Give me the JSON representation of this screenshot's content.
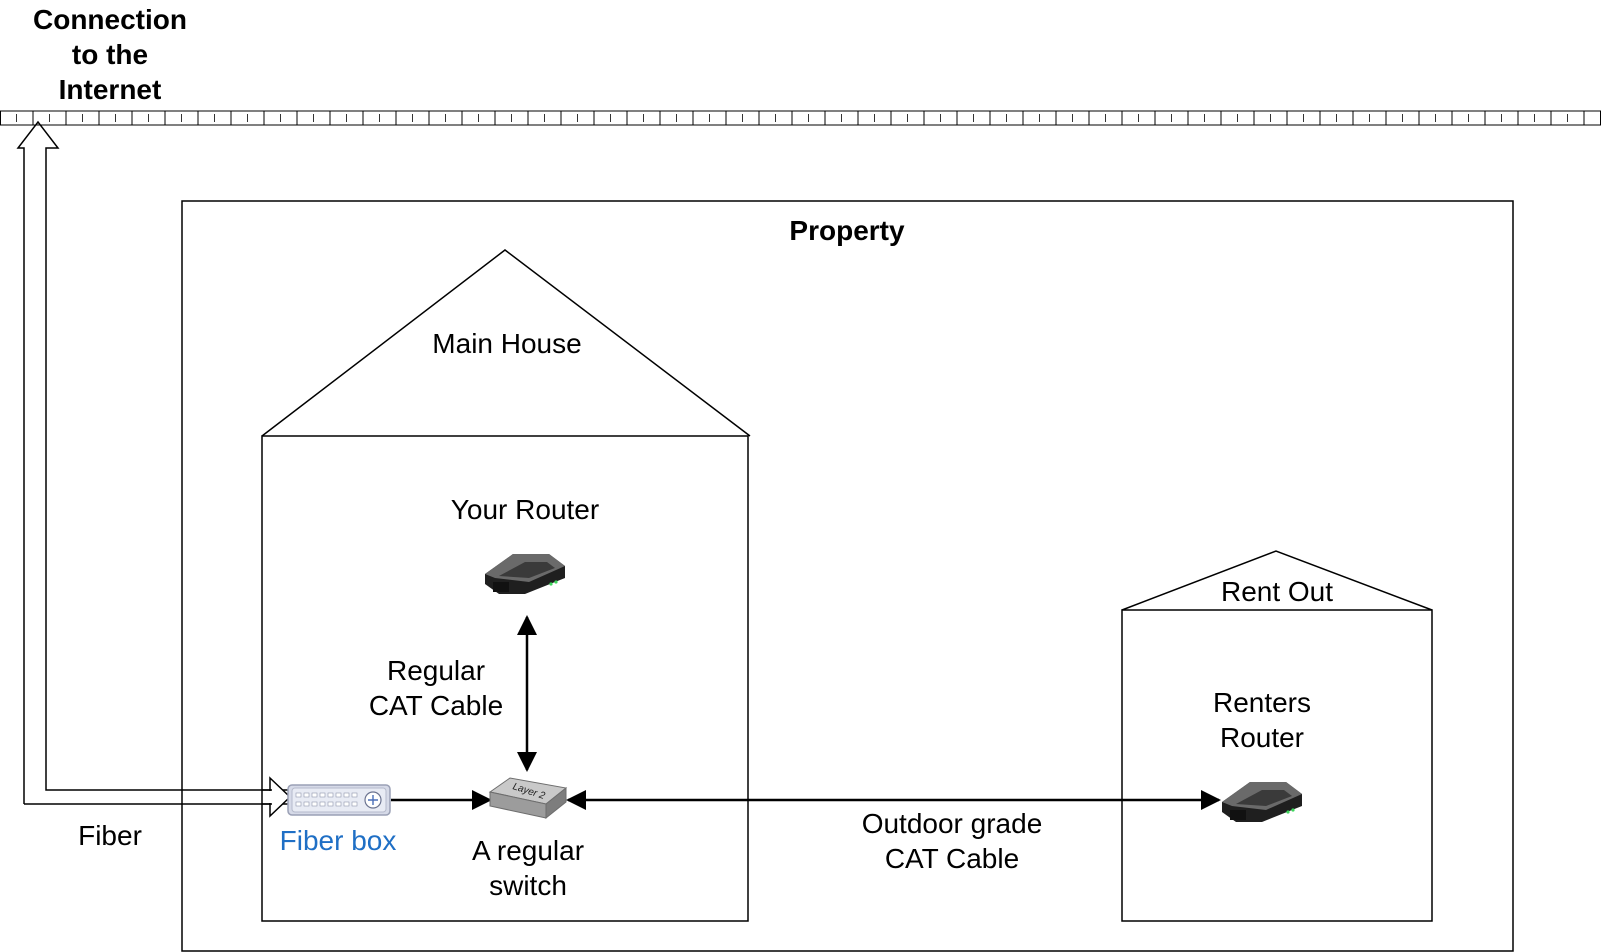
{
  "labels": {
    "internet_line1": "Connection",
    "internet_line2": "to the",
    "internet_line3": "Internet",
    "property": "Property",
    "main_house": "Main House",
    "your_router": "Your Router",
    "regular_cable_line1": "Regular",
    "regular_cable_line2": "CAT Cable",
    "fiber": "Fiber",
    "fiber_box": "Fiber box",
    "switch_line1": "A regular",
    "switch_line2": "switch",
    "switch_face": "Layer 2",
    "outdoor_line1": "Outdoor grade",
    "outdoor_line2": "CAT Cable",
    "rent_out": "Rent Out",
    "renters_router_line1": "Renters",
    "renters_router_line2": "Router"
  },
  "colors": {
    "stroke": "#000000",
    "fiber_box_label": "#1f6fc5",
    "router_body": "#2b2b2b",
    "switch_body": "#bdbdbd",
    "fiber_box_body": "#d6dae8"
  },
  "icons": [
    "router-icon",
    "switch-icon",
    "fiber-box-icon"
  ]
}
